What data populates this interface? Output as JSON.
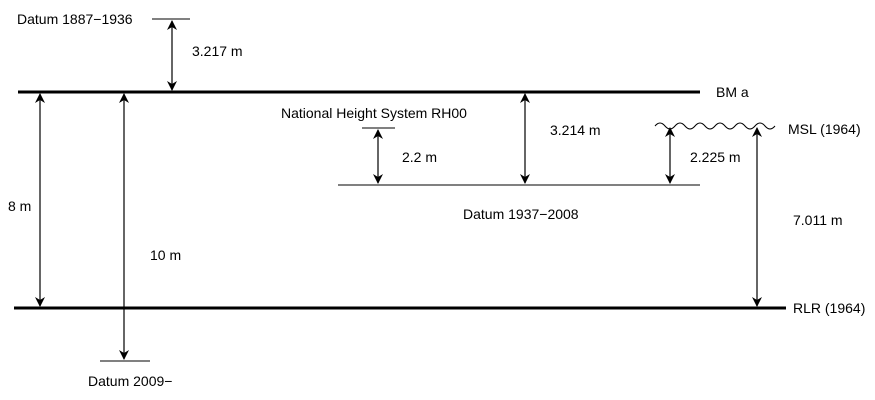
{
  "labels": {
    "datum_1887": "Datum 1887−1936",
    "bm_a": "BM a",
    "rh00": "National Height System RH00",
    "msl": "MSL (1964)",
    "datum_1937": "Datum 1937−2008",
    "rlr": "RLR (1964)",
    "datum_2009": "Datum 2009−"
  },
  "measurements": {
    "m_3217": "3.217 m",
    "m_3214": "3.214 m",
    "m_22": "2.2 m",
    "m_2225": "2.225 m",
    "m_8": "8 m",
    "m_10": "10 m",
    "m_7011": "7.011 m"
  }
}
